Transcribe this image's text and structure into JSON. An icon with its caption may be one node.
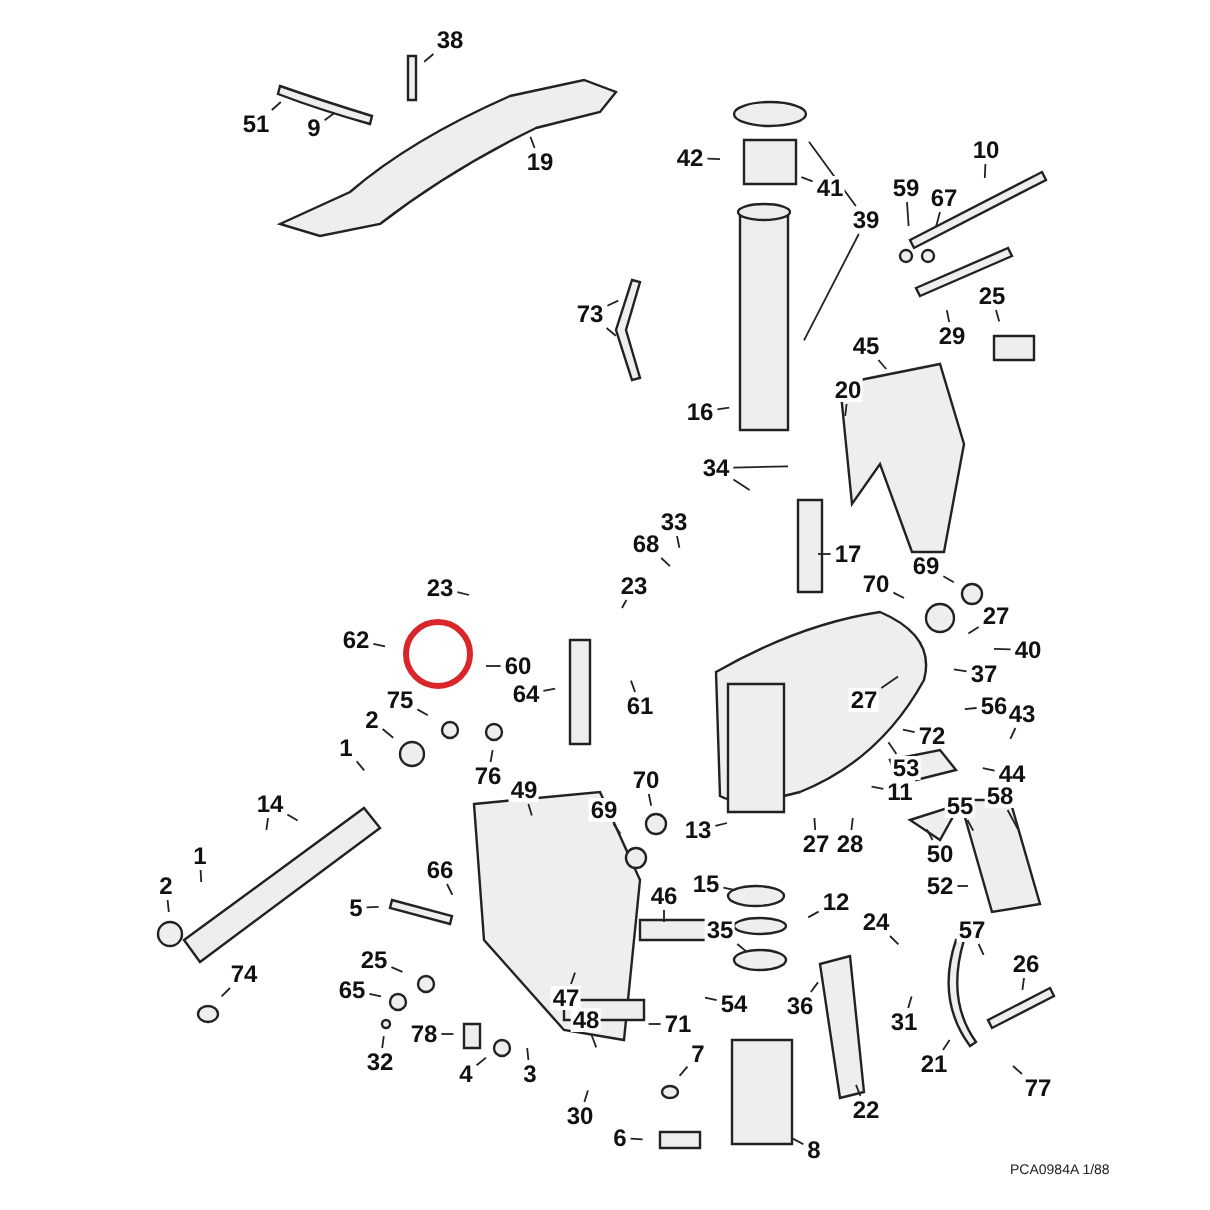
{
  "diagram": {
    "nodes": [
      {
        "text": [
          "38"
        ]
      },
      {
        "text": [
          "51"
        ]
      },
      {
        "text": [
          "9"
        ]
      },
      {
        "text": [
          "10"
        ]
      },
      {
        "text": [
          "42"
        ]
      },
      {
        "text": [
          "19"
        ]
      },
      {
        "text": [
          "41"
        ]
      },
      {
        "text": [
          "59"
        ]
      },
      {
        "text": [
          "67"
        ]
      },
      {
        "text": [
          "39"
        ]
      },
      {
        "text": [
          "25"
        ]
      },
      {
        "text": [
          "73"
        ]
      },
      {
        "text": [
          "29"
        ]
      },
      {
        "text": [
          "45"
        ]
      },
      {
        "text": [
          "20"
        ]
      },
      {
        "text": [
          "16"
        ]
      },
      {
        "text": [
          "34"
        ]
      },
      {
        "text": [
          "33"
        ]
      },
      {
        "text": [
          "68"
        ]
      },
      {
        "text": [
          "17"
        ]
      },
      {
        "text": [
          "69"
        ]
      },
      {
        "text": [
          "23"
        ]
      },
      {
        "text": [
          "70"
        ]
      },
      {
        "text": [
          "23"
        ]
      },
      {
        "text": [
          "27"
        ]
      },
      {
        "text": [
          "40"
        ]
      },
      {
        "text": [
          "62"
        ]
      },
      {
        "text": [
          "60"
        ]
      },
      {
        "text": [
          "37"
        ]
      },
      {
        "text": [
          "64"
        ]
      },
      {
        "text": [
          "61"
        ]
      },
      {
        "text": [
          "75"
        ]
      },
      {
        "text": [
          "56"
        ]
      },
      {
        "text": [
          "27"
        ]
      },
      {
        "text": [
          "43"
        ]
      },
      {
        "text": [
          "2"
        ]
      },
      {
        "text": [
          "72"
        ]
      },
      {
        "text": [
          "1"
        ]
      },
      {
        "text": [
          "53"
        ]
      },
      {
        "text": [
          "44"
        ]
      },
      {
        "text": [
          "76"
        ]
      },
      {
        "text": [
          "70"
        ]
      },
      {
        "text": [
          "49"
        ]
      },
      {
        "text": [
          "11"
        ]
      },
      {
        "text": [
          "58"
        ]
      },
      {
        "text": [
          "14"
        ]
      },
      {
        "text": [
          "55"
        ]
      },
      {
        "text": [
          "69"
        ]
      },
      {
        "text": [
          "13"
        ]
      },
      {
        "text": [
          "27"
        ]
      },
      {
        "text": [
          "28"
        ]
      },
      {
        "text": [
          "50"
        ]
      },
      {
        "text": [
          "1"
        ]
      },
      {
        "text": [
          "66"
        ]
      },
      {
        "text": [
          "15"
        ]
      },
      {
        "text": [
          "2"
        ]
      },
      {
        "text": [
          "52"
        ]
      },
      {
        "text": [
          "46"
        ]
      },
      {
        "text": [
          "12"
        ]
      },
      {
        "text": [
          "5"
        ]
      },
      {
        "text": [
          "24"
        ]
      },
      {
        "text": [
          "35"
        ]
      },
      {
        "text": [
          "57"
        ]
      },
      {
        "text": [
          "25"
        ]
      },
      {
        "text": [
          "26"
        ]
      },
      {
        "text": [
          "74"
        ]
      },
      {
        "text": [
          "65"
        ]
      },
      {
        "text": [
          "47"
        ]
      },
      {
        "text": [
          "54"
        ]
      },
      {
        "text": [
          "36"
        ]
      },
      {
        "text": [
          "48"
        ]
      },
      {
        "text": [
          "31"
        ]
      },
      {
        "text": [
          "71"
        ]
      },
      {
        "text": [
          "78"
        ]
      },
      {
        "text": [
          "7"
        ]
      },
      {
        "text": [
          "32"
        ]
      },
      {
        "text": [
          "21"
        ]
      },
      {
        "text": [
          "4"
        ]
      },
      {
        "text": [
          "3"
        ]
      },
      {
        "text": [
          "77"
        ]
      },
      {
        "text": [
          "22"
        ]
      },
      {
        "text": [
          "30"
        ]
      },
      {
        "text": [
          "6"
        ]
      },
      {
        "text": [
          "8"
        ]
      }
    ],
    "edges": [
      {
        "from": 0,
        "to": null,
        "arrow": "none"
      },
      {
        "from": 1,
        "to": null,
        "arrow": "none"
      },
      {
        "from": 2,
        "to": null,
        "arrow": "none"
      },
      {
        "from": 3,
        "to": null,
        "arrow": "none"
      },
      {
        "from": 4,
        "to": null,
        "arrow": "none"
      },
      {
        "from": 5,
        "to": null,
        "arrow": "none"
      },
      {
        "from": 6,
        "to": null,
        "arrow": "none"
      },
      {
        "from": 7,
        "to": null,
        "arrow": "none"
      },
      {
        "from": 8,
        "to": null,
        "arrow": "none"
      },
      {
        "from": 9,
        "to": null,
        "arrow": "none"
      },
      {
        "from": 9,
        "to": null,
        "arrow": "none"
      },
      {
        "from": 10,
        "to": null,
        "arrow": "none"
      },
      {
        "from": 11,
        "to": null,
        "arrow": "none"
      },
      {
        "from": 11,
        "to": null,
        "arrow": "none"
      },
      {
        "from": 12,
        "to": null,
        "arrow": "none"
      },
      {
        "from": 13,
        "to": null,
        "arrow": "none"
      },
      {
        "from": 14,
        "to": null,
        "arrow": "none"
      },
      {
        "from": 15,
        "to": null,
        "arrow": "none"
      },
      {
        "from": 16,
        "to": null,
        "arrow": "none"
      },
      {
        "from": 16,
        "to": null,
        "arrow": "none"
      },
      {
        "from": 17,
        "to": null,
        "arrow": "none"
      },
      {
        "from": 18,
        "to": null,
        "arrow": "none"
      },
      {
        "from": 19,
        "to": null,
        "arrow": "none"
      },
      {
        "from": 20,
        "to": null,
        "arrow": "none"
      },
      {
        "from": 21,
        "to": null,
        "arrow": "none"
      },
      {
        "from": 22,
        "to": null,
        "arrow": "none"
      },
      {
        "from": 23,
        "to": null,
        "arrow": "none"
      },
      {
        "from": 24,
        "to": null,
        "arrow": "none"
      },
      {
        "from": 25,
        "to": null,
        "arrow": "none"
      },
      {
        "from": 26,
        "to": null,
        "arrow": "none"
      },
      {
        "from": 27,
        "to": null,
        "arrow": "none"
      },
      {
        "from": 28,
        "to": null,
        "arrow": "none"
      },
      {
        "from": 29,
        "to": null,
        "arrow": "none"
      },
      {
        "from": 30,
        "to": null,
        "arrow": "none"
      },
      {
        "from": 31,
        "to": null,
        "arrow": "none"
      },
      {
        "from": 32,
        "to": null,
        "arrow": "none"
      },
      {
        "from": 33,
        "to": null,
        "arrow": "none"
      },
      {
        "from": 34,
        "to": null,
        "arrow": "none"
      },
      {
        "from": 35,
        "to": null,
        "arrow": "none"
      },
      {
        "from": 36,
        "to": null,
        "arrow": "none"
      },
      {
        "from": 37,
        "to": null,
        "arrow": "none"
      },
      {
        "from": 38,
        "to": null,
        "arrow": "none"
      },
      {
        "from": 39,
        "to": null,
        "arrow": "none"
      },
      {
        "from": 40,
        "to": null,
        "arrow": "none"
      },
      {
        "from": 41,
        "to": null,
        "arrow": "none"
      },
      {
        "from": 42,
        "to": null,
        "arrow": "none"
      },
      {
        "from": 43,
        "to": null,
        "arrow": "none"
      },
      {
        "from": 44,
        "to": null,
        "arrow": "none"
      },
      {
        "from": 45,
        "to": null,
        "arrow": "none"
      },
      {
        "from": 45,
        "to": null,
        "arrow": "none"
      },
      {
        "from": 46,
        "to": null,
        "arrow": "none"
      },
      {
        "from": 47,
        "to": null,
        "arrow": "none"
      },
      {
        "from": 48,
        "to": null,
        "arrow": "none"
      },
      {
        "from": 49,
        "to": null,
        "arrow": "none"
      },
      {
        "from": 50,
        "to": null,
        "arrow": "none"
      },
      {
        "from": 51,
        "to": null,
        "arrow": "none"
      },
      {
        "from": 52,
        "to": null,
        "arrow": "none"
      },
      {
        "from": 53,
        "to": null,
        "arrow": "none"
      },
      {
        "from": 54,
        "to": null,
        "arrow": "none"
      },
      {
        "from": 55,
        "to": null,
        "arrow": "none"
      },
      {
        "from": 56,
        "to": null,
        "arrow": "none"
      },
      {
        "from": 57,
        "to": null,
        "arrow": "none"
      },
      {
        "from": 58,
        "to": null,
        "arrow": "none"
      },
      {
        "from": 59,
        "to": null,
        "arrow": "none"
      },
      {
        "from": 60,
        "to": null,
        "arrow": "none"
      },
      {
        "from": 61,
        "to": null,
        "arrow": "none"
      },
      {
        "from": 62,
        "to": null,
        "arrow": "none"
      },
      {
        "from": 63,
        "to": null,
        "arrow": "none"
      },
      {
        "from": 64,
        "to": null,
        "arrow": "none"
      },
      {
        "from": 65,
        "to": null,
        "arrow": "none"
      },
      {
        "from": 66,
        "to": null,
        "arrow": "none"
      },
      {
        "from": 67,
        "to": null,
        "arrow": "none"
      },
      {
        "from": 68,
        "to": null,
        "arrow": "none"
      },
      {
        "from": 69,
        "to": null,
        "arrow": "none"
      },
      {
        "from": 70,
        "to": null,
        "arrow": "none"
      },
      {
        "from": 71,
        "to": null,
        "arrow": "none"
      },
      {
        "from": 72,
        "to": null,
        "arrow": "none"
      },
      {
        "from": 73,
        "to": null,
        "arrow": "none"
      },
      {
        "from": 74,
        "to": null,
        "arrow": "none"
      },
      {
        "from": 75,
        "to": null,
        "arrow": "none"
      },
      {
        "from": 76,
        "to": null,
        "arrow": "none"
      },
      {
        "from": 77,
        "to": null,
        "arrow": "none"
      },
      {
        "from": 78,
        "to": null,
        "arrow": "none"
      },
      {
        "from": 79,
        "to": null,
        "arrow": "none"
      },
      {
        "from": 80,
        "to": null,
        "arrow": "none"
      },
      {
        "from": 81,
        "to": null,
        "arrow": "none"
      },
      {
        "from": 82,
        "to": null,
        "arrow": "none"
      },
      {
        "from": 83,
        "to": null,
        "arrow": "none"
      }
    ],
    "labels": [
      "PCA0984A 1/88"
    ]
  }
}
